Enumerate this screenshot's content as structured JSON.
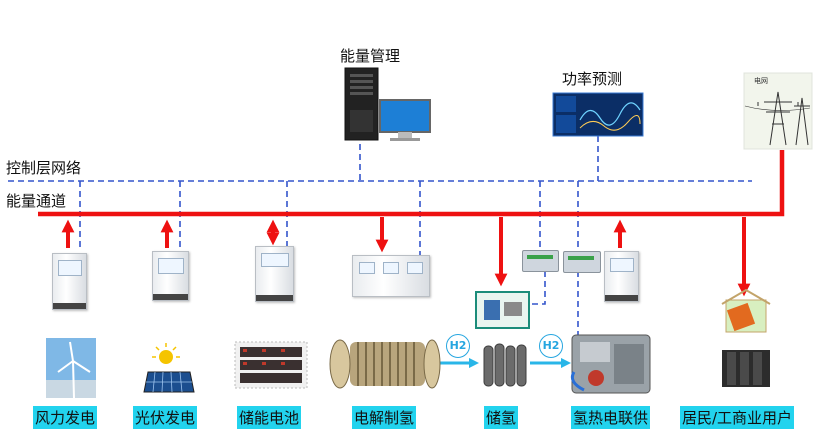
{
  "labels": {
    "control_network": "控制层网络",
    "energy_channel": "能量通道",
    "energy_management": "能量管理",
    "power_forecast": "功率预测",
    "grid_sign": "电网"
  },
  "captions": {
    "wind": "风力发电",
    "pv": "光伏发电",
    "storage": "储能电池",
    "electrolysis": "电解制氢",
    "h2_storage": "储氢",
    "chp": "氢热电联供",
    "users": "居民/工商业用户"
  },
  "badges": {
    "h2_a": "H2",
    "h2_b": "H2"
  },
  "colors": {
    "energy_line": "#ee1111",
    "control_line": "#3355cc",
    "caption_bg": "#22d3ee",
    "h2_arrow": "#29b6e8"
  }
}
